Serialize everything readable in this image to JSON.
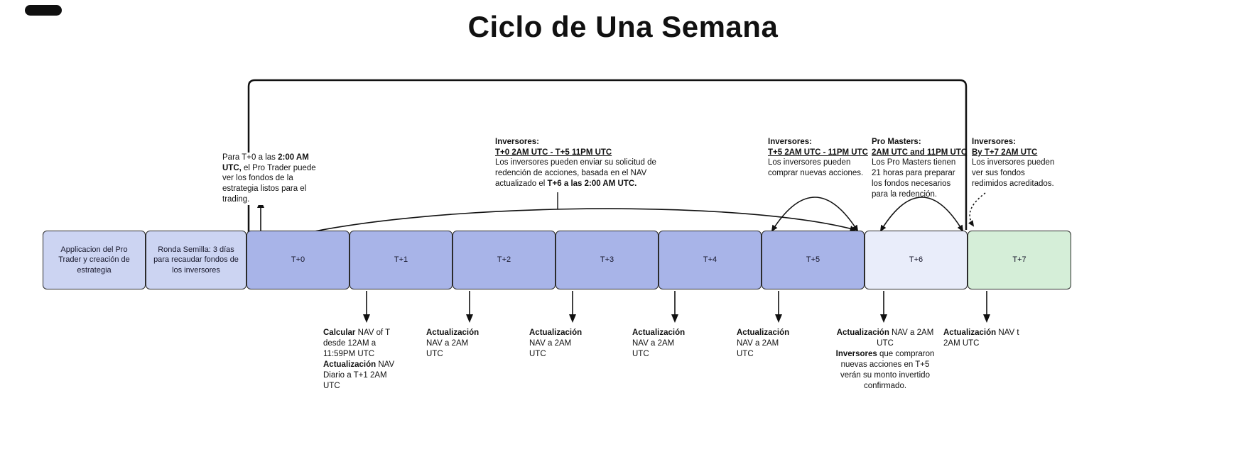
{
  "title": "Ciclo de Una Semana",
  "timeline": {
    "boxes": [
      {
        "label": "Applicacion del Pro Trader y creación de estrategia"
      },
      {
        "label": "Ronda Semilla: 3 días para recaudar fondos de los inversores"
      },
      {
        "label": "T+0"
      },
      {
        "label": "T+1"
      },
      {
        "label": "T+2"
      },
      {
        "label": "T+3"
      },
      {
        "label": "T+4"
      },
      {
        "label": "T+5"
      },
      {
        "label": "T+6"
      },
      {
        "label": "T+7"
      }
    ]
  },
  "annotations_top": {
    "pro_trader": {
      "part1": "Para T+0 a las ",
      "bold1": "2:00 AM UTC,",
      "part2": " el Pro Trader puede ver los fondos de la estrategia listos para el trading."
    },
    "redemption": {
      "heading": "Inversores:",
      "range": "T+0 2AM UTC - T+5 11PM UTC",
      "body1": "Los inversores pueden enviar su solicitud de redención de acciones, basada en el NAV actualizado el ",
      "body2": "T+6 a las 2:00 AM UTC."
    },
    "purchase": {
      "heading": "Inversores:",
      "range": "T+5 2AM UTC - 11PM UTC",
      "body": "Los inversores pueden comprar nuevas acciones."
    },
    "pro_masters": {
      "heading": "Pro Masters:",
      "range": "2AM UTC and 11PM UTC",
      "body": "Los Pro Masters tienen 21 horas para preparar los fondos necesarios para la redención."
    },
    "credited": {
      "heading": "Inversores:",
      "range": "By T+7 2AM UTC",
      "body": "Los inversores pueden ver sus fondos redimidos acreditados."
    }
  },
  "annotations_bottom": [
    {
      "bold1": "Calcular",
      "text1": " NAV of T desde 12AM a 11:59PM UTC",
      "bold2": "Actualización",
      "text2": " NAV",
      "text3": "Diario a T+1 2AM UTC"
    },
    {
      "bold1": "Actualización",
      "text1": " NAV a 2AM UTC"
    },
    {
      "bold1": "Actualización",
      "text1": " NAV a 2AM UTC"
    },
    {
      "bold1": "Actualización",
      "text1": " NAV a 2AM UTC"
    },
    {
      "bold1": "Actualización",
      "text1": " NAV a 2AM UTC"
    },
    {
      "bold1": "Actualización",
      "text1": " NAV a 2AM UTC",
      "bold2": "Inversores",
      "text2": " que compraron nuevas acciones en T+5 verán su monto invertido confirmado."
    },
    {
      "bold1": "Actualización",
      "text1": " NAV t 2AM UTC"
    }
  ],
  "colors": {
    "box_pre": "#ccd4f2",
    "box_day": "#a8b4e8",
    "box_t6": "#e9edfa",
    "box_t7": "#d5eed8",
    "line": "#111111"
  }
}
